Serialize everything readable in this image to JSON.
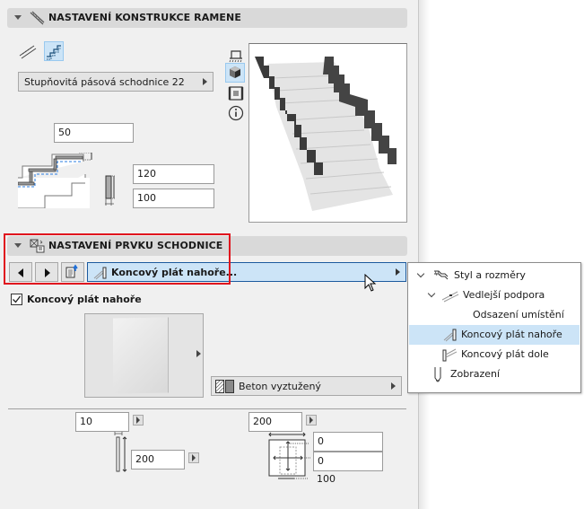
{
  "section1": {
    "title": "NASTAVENÍ KONSTRUKCE RAMENE",
    "icon": "stair-structure-icon",
    "type_buttons": [
      {
        "name": "flat-stringer-icon",
        "selected": false
      },
      {
        "name": "stepped-stringer-icon",
        "selected": true
      }
    ],
    "profile_dropdown": "Stupňovitá pásová schodnice 22",
    "offset_value": "50",
    "height_value": "120",
    "width_value": "100",
    "view_buttons": [
      {
        "name": "floor-plan-icon",
        "selected": false
      },
      {
        "name": "3d-view-icon",
        "selected": true
      },
      {
        "name": "section-view-icon",
        "selected": false
      },
      {
        "name": "info-icon",
        "selected": false
      }
    ]
  },
  "section2": {
    "title": "NASTAVENÍ PRVKU SCHODNICE",
    "icon": "stair-element-settings-icon",
    "nav": {
      "prev": "previous-arrow",
      "next": "next-arrow",
      "tree": "tree-view-icon"
    },
    "current_node": "Koncový plát nahoře...",
    "checkbox_label": "Koncový plát nahoře",
    "checkbox_checked": true,
    "material": "Beton vyztužený",
    "thickness_value": "10",
    "height_value": "200",
    "plate_width_value": "200",
    "offset_x_value": "0",
    "offset_y_value": "0",
    "bottom_label": "100"
  },
  "tree_menu": {
    "items": [
      {
        "label": "Styl a rozměry",
        "level": 0,
        "expanded": true,
        "icon": "stair-style-icon",
        "selected": false
      },
      {
        "label": "Vedlejší podpora",
        "level": 1,
        "expanded": true,
        "icon": "side-support-icon",
        "selected": false
      },
      {
        "label": "Odsazení umístění",
        "level": 2,
        "icon": "",
        "selected": false
      },
      {
        "label": "Koncový plát nahoře",
        "level": 1,
        "icon": "end-plate-top-icon",
        "selected": true
      },
      {
        "label": "Koncový plát dole",
        "level": 1,
        "icon": "end-plate-bottom-icon",
        "selected": false
      },
      {
        "label": "Zobrazení",
        "level": 0,
        "icon": "display-icon",
        "selected": false
      }
    ]
  },
  "colors": {
    "panel_bg": "#f0f0f0",
    "header_bg": "#d9d9d9",
    "selection": "#cce4f7",
    "selection_border": "#1c5a9e",
    "highlight_outline": "#e0141e"
  }
}
